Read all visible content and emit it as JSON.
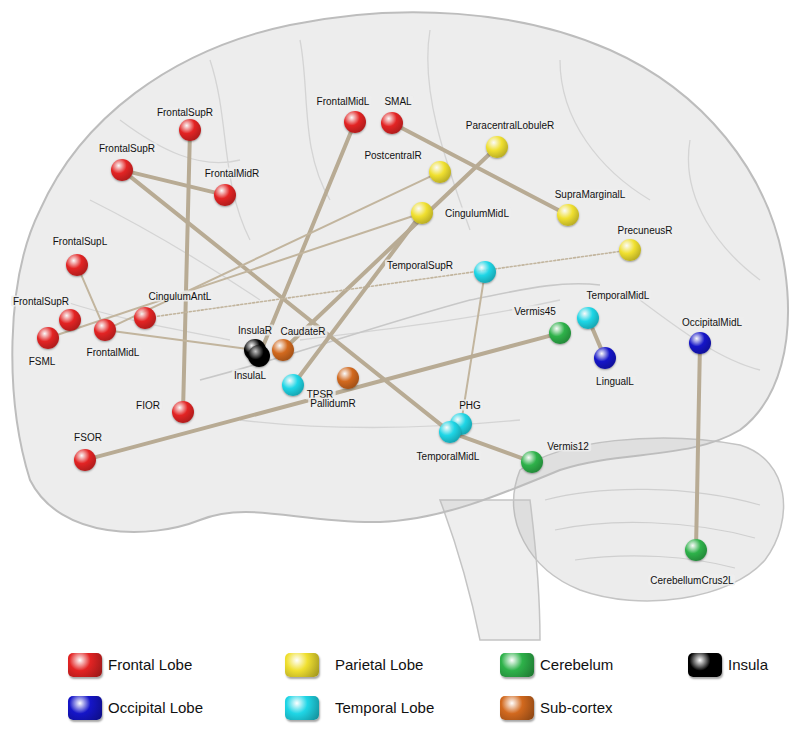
{
  "diagram": {
    "nodes": [
      {
        "text": [
          "FrontalSupR"
        ]
      },
      {
        "text": [
          "FrontalMidL"
        ]
      },
      {
        "text": [
          "SMAL"
        ]
      },
      {
        "text": [
          "FrontalSupR"
        ]
      },
      {
        "text": [
          "ParacentralLobuleR"
        ]
      },
      {
        "text": [
          "PostcentralR"
        ]
      },
      {
        "text": [
          "FrontalMidR"
        ]
      },
      {
        "text": [
          "SupraMarginalL"
        ]
      },
      {
        "text": [
          "CingulumMidL"
        ]
      },
      {
        "text": [
          "FrontalSupL"
        ]
      },
      {
        "text": [
          "PrecuneusR"
        ]
      },
      {
        "text": [
          "CingulumAntL"
        ]
      },
      {
        "text": [
          "FrontalSupR"
        ]
      },
      {
        "text": [
          "FSML"
        ]
      },
      {
        "text": [
          "FrontalMidL"
        ]
      },
      {
        "text": [
          "InsulaR"
        ]
      },
      {
        "text": [
          "InsulaL"
        ]
      },
      {
        "text": [
          "CaudateR"
        ]
      },
      {
        "text": [
          "TemporalSupR"
        ]
      },
      {
        "text": [
          "TemporalMidL"
        ]
      },
      {
        "text": [
          "Vermis45"
        ]
      },
      {
        "text": [
          "OccipitalMidL"
        ]
      },
      {
        "text": [
          "LingualL"
        ]
      },
      {
        "text": [
          "TPSR"
        ]
      },
      {
        "text": [
          "PallidumR"
        ]
      },
      {
        "text": [
          "PHG"
        ]
      },
      {
        "text": [
          "TemporalMidL"
        ]
      },
      {
        "text": [
          "FIOR"
        ]
      },
      {
        "text": [
          "Vermis12"
        ]
      },
      {
        "text": [
          "FSOR"
        ]
      },
      {
        "text": [
          "CerebellumCrus2L"
        ]
      }
    ],
    "edges": [
      {
        "from": 0,
        "to": 27,
        "arrow": "none"
      },
      {
        "from": 1,
        "to": 16,
        "arrow": "none"
      },
      {
        "from": 2,
        "to": 7,
        "arrow": "none"
      },
      {
        "from": 3,
        "to": 6,
        "arrow": "none"
      },
      {
        "from": 3,
        "to": 26,
        "arrow": "none"
      },
      {
        "from": 4,
        "to": 17,
        "arrow": "none"
      },
      {
        "from": 5,
        "to": 14,
        "arrow": "none"
      },
      {
        "from": 8,
        "to": 13,
        "arrow": "none"
      },
      {
        "from": 9,
        "to": 14,
        "arrow": "none"
      },
      {
        "from": 10,
        "to": 11,
        "arrow": "none"
      },
      {
        "from": 14,
        "to": 15,
        "arrow": "none"
      },
      {
        "from": 18,
        "to": 25,
        "arrow": "none"
      },
      {
        "from": 19,
        "to": 22,
        "arrow": "none"
      },
      {
        "from": 20,
        "to": 29,
        "arrow": "none"
      },
      {
        "from": 21,
        "to": 30,
        "arrow": "none"
      },
      {
        "from": 26,
        "to": 28,
        "arrow": "none"
      },
      {
        "from": 8,
        "to": 23,
        "arrow": "none"
      }
    ],
    "legend": [
      {
        "text": "Frontal Lobe",
        "color": "#e32424"
      },
      {
        "text": "Parietal Lobe",
        "color": "#f0e030"
      },
      {
        "text": "Cerebelum",
        "color": "#2eb24a"
      },
      {
        "text": "Insula",
        "color": "#000000"
      },
      {
        "text": "Occipital Lobe",
        "color": "#1515c8"
      },
      {
        "text": "Temporal Lobe",
        "color": "#1fd6e6"
      },
      {
        "text": "Sub-cortex",
        "color": "#d2691e"
      }
    ]
  }
}
